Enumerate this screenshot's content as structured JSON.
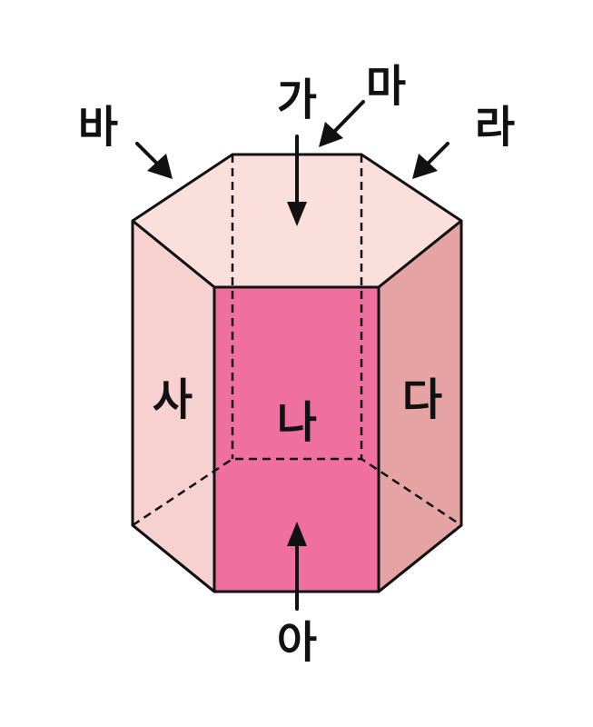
{
  "colors": {
    "top_face": "#fadfdc",
    "front_face": "#ef6f9e",
    "left_face": "#f7d0d0",
    "right_face": "#e6a3a3",
    "edge": "#111111"
  },
  "labels": {
    "ga": "가",
    "na": "나",
    "da": "다",
    "ra": "라",
    "ma": "마",
    "ba": "바",
    "sa": "사",
    "a": "아"
  }
}
